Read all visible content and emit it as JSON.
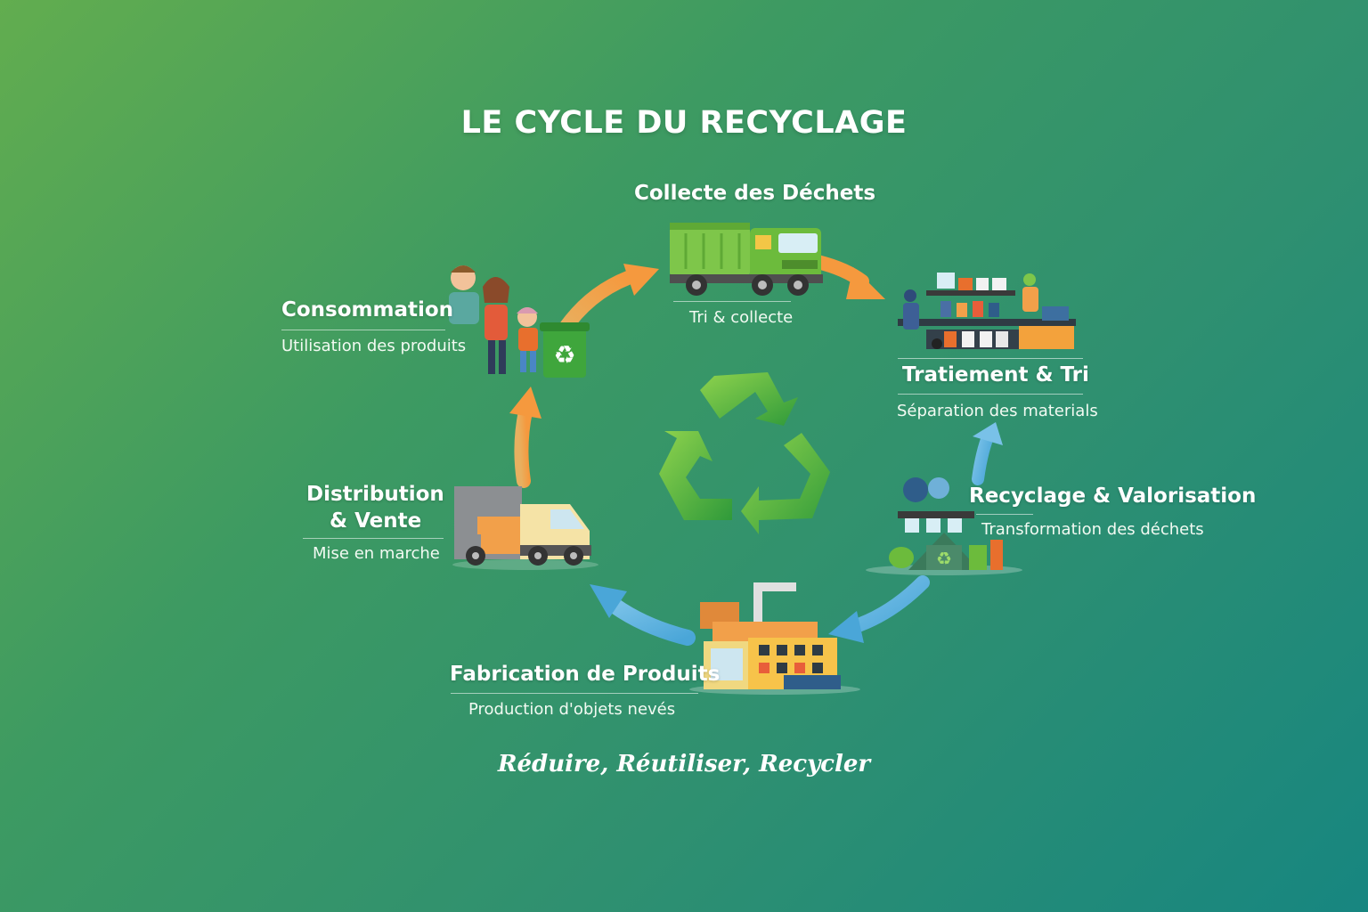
{
  "title": "LE CYCLE DU RECYCLAGE",
  "stages": {
    "collecte": {
      "title": "Collecte des Déchets",
      "subtitle": "Tri & collecte"
    },
    "traitement": {
      "title": "Tratiement & Tri",
      "subtitle": "Séparation des materials"
    },
    "recyclage": {
      "title": "Recyclage & Valorisation",
      "subtitle": "Transformation des déchets"
    },
    "fabrication": {
      "title": "Fabrication de Produits",
      "subtitle": "Production d'objets nevés"
    },
    "distribution": {
      "title_line1": "Distribution",
      "title_line2": "& Vente",
      "subtitle": "Mise en marche"
    },
    "consommation": {
      "title": "Consommation",
      "subtitle": "Utilisation des produits"
    }
  },
  "slogan": "Réduire, Réutiliser, Recycler",
  "colors": {
    "arrow_orange": "#f2a04a",
    "arrow_blue": "#6cb8e0",
    "recycle_green": "#4cae3c",
    "truck_green": "#6cbb3c"
  },
  "icons": [
    "recycle-symbol-icon",
    "garbage-truck-icon",
    "sorting-workers-icon",
    "recycling-plant-icon",
    "factory-icon",
    "delivery-truck-icon",
    "family-icon",
    "recycle-bin-icon"
  ]
}
